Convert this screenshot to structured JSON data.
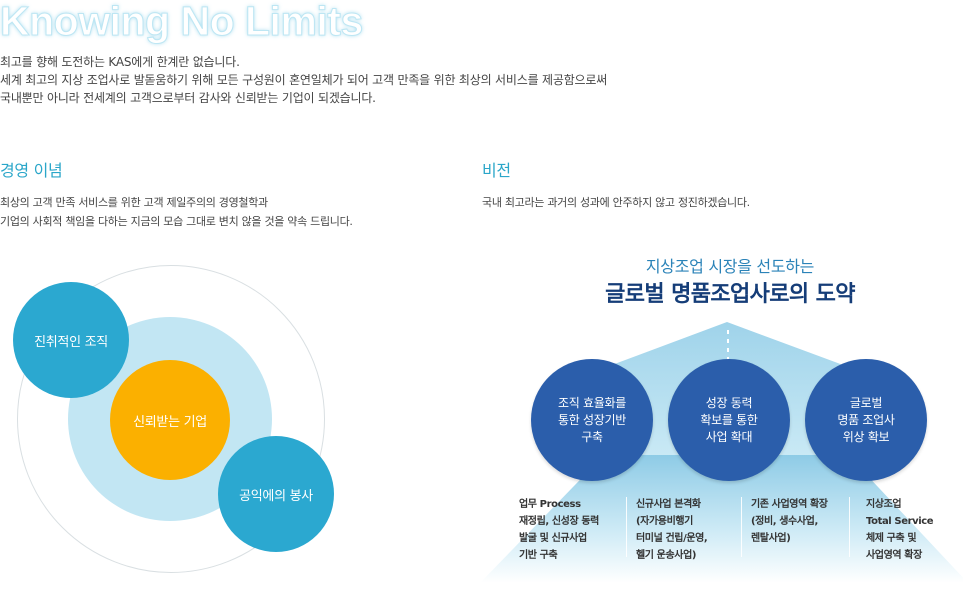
{
  "hero": {
    "title": "Knowing No Limits",
    "lines": [
      "최고를 향해 도전하는 KAS에게 한계란 없습니다.",
      "세계 최고의 지상 조업사로 발돋움하기 위해 모든 구성원이 혼연일체가 되어 고객 만족을 위한 최상의 서비스를 제공함으로써",
      "국내뿐만 아니라 전세계의 고객으로부터 감사와 신뢰받는 기업이 되겠습니다."
    ]
  },
  "philosophy": {
    "title": "경영 이념",
    "lines": [
      "최상의 고객 만족 서비스를 위한 고객 제일주의의 경영철학과",
      "기업의 사회적 책임을 다하는 지금의 모습 그대로 변치 않을 것을 약속 드립니다."
    ],
    "circles": [
      "진취적인 조직",
      "신뢰받는 기업",
      "공익에의 봉사"
    ]
  },
  "vision": {
    "title": "비전",
    "line": "국내 최고라는 과거의 성과에 안주하지 않고 정진하겠습니다.",
    "subtitle": "지상조업 시장을 선도하는",
    "headline": "글로벌 명품조업사로의 도약",
    "circles": [
      "조직 효율화를\n통한 성장기반\n구축",
      "성장 동력\n확보를 통한\n사업 확대",
      "글로벌\n명품 조업사\n위상 확보"
    ],
    "details": [
      "업무 Process\n재정립, 신성장 동력\n발굴 및 신규사업\n기반 구축",
      "신규사업 본격화\n(자가용비행기\n터미널 건립/운영,\n헬기 운송사업)",
      "기존 사업영역 확장\n(정비, 생수사업,\n렌탈사업)",
      "지상조업\nTotal Service\n체제 구축 및\n사업영역 확장"
    ]
  },
  "colors": {
    "accent": "#2aa6c9",
    "navy": "#153d78",
    "vision_circle": "#2b5eab",
    "circle_blue": "#2ba8d0",
    "circle_orange": "#fbb000",
    "circle_light": "#c2e6f3"
  }
}
